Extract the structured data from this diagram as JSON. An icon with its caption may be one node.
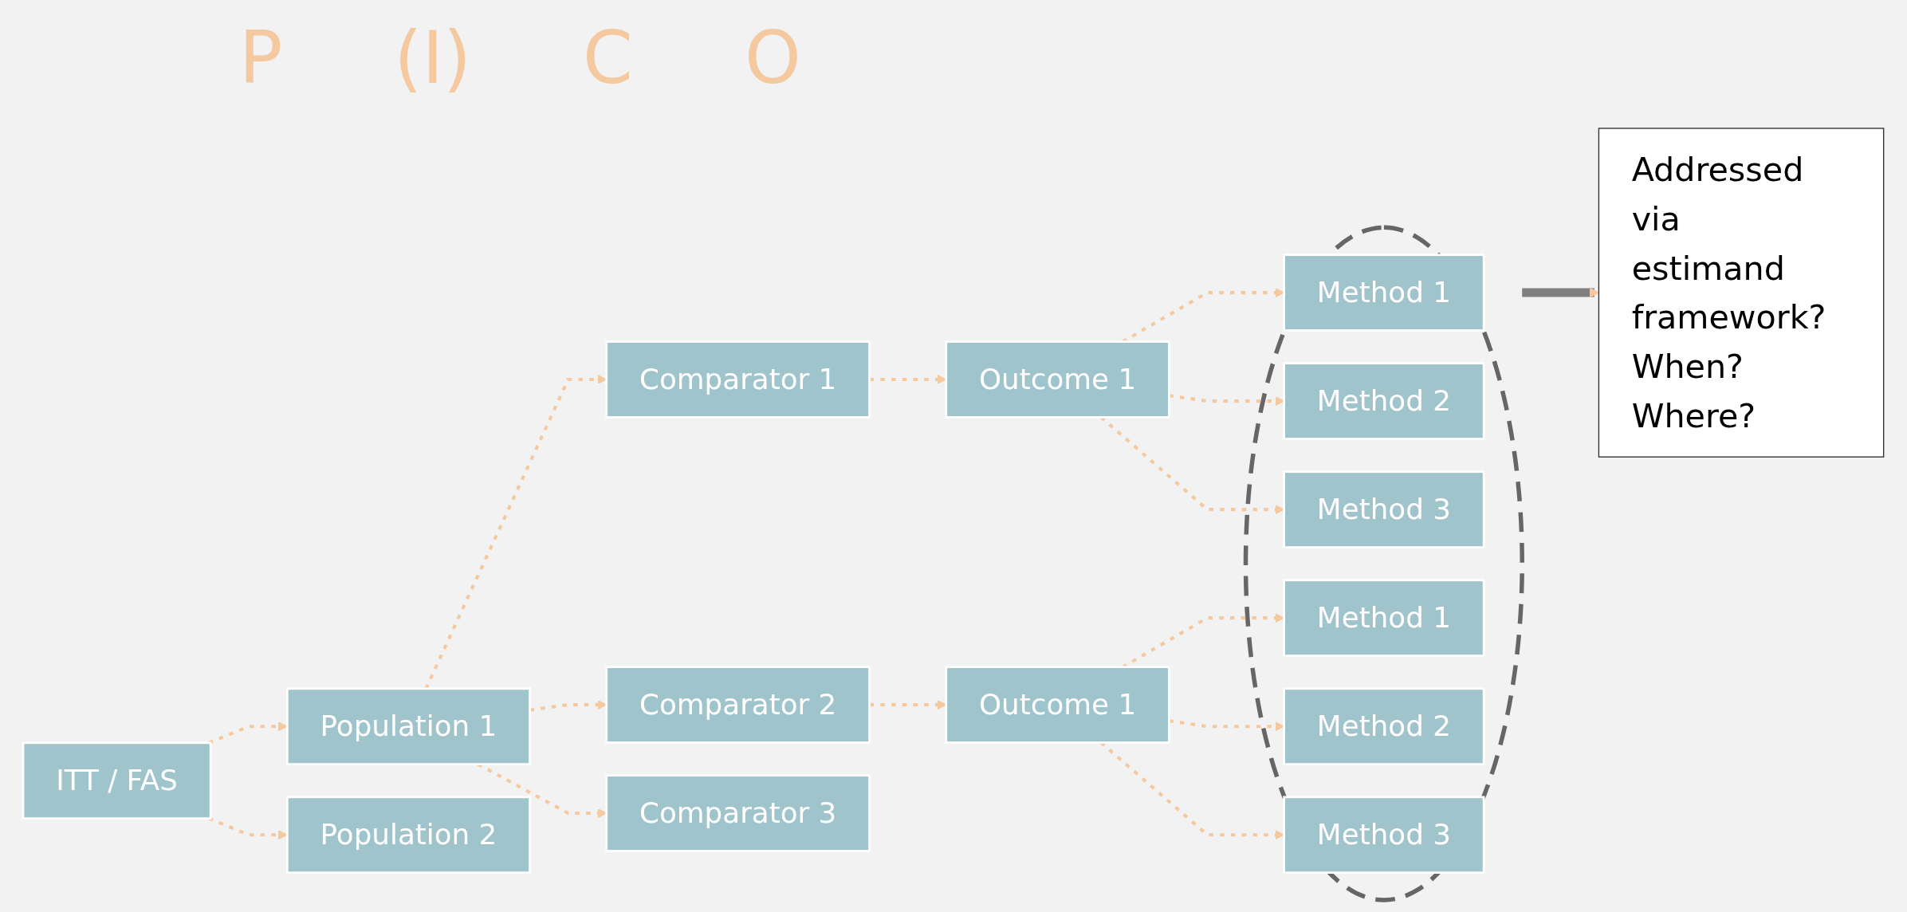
{
  "diagram": {
    "nodes": [
      {
        "text": [
          "ITT / FAS"
        ]
      },
      {
        "text": [
          "Population 1"
        ]
      },
      {
        "text": [
          "Population 2"
        ]
      },
      {
        "text": [
          "Comparator 1"
        ]
      },
      {
        "text": [
          "Comparator 2"
        ]
      },
      {
        "text": [
          "Comparator 3"
        ]
      },
      {
        "text": [
          "Outcome 1"
        ]
      },
      {
        "text": [
          "Outcome 1"
        ]
      },
      {
        "text": [],
        "shape": "ellipse"
      },
      {
        "text": [
          "Method 1"
        ],
        "in": 8
      },
      {
        "text": [
          "Method 2"
        ],
        "in": 8
      },
      {
        "text": [
          "Method 3"
        ],
        "in": 8
      },
      {
        "text": [
          "Method 1"
        ],
        "in": 8
      },
      {
        "text": [
          "Method 2"
        ],
        "in": 8
      },
      {
        "text": [
          "Method 3"
        ],
        "in": 8
      },
      {
        "text": [
          "Addressed via estimand framework?",
          "When? Where?"
        ]
      }
    ],
    "edges": [
      {
        "from": 0,
        "to": 1,
        "arrow": "to",
        "style": "dashed"
      },
      {
        "from": 0,
        "to": 2,
        "arrow": "to",
        "style": "dashed"
      },
      {
        "from": 1,
        "to": 3,
        "arrow": "to",
        "style": "dashed"
      },
      {
        "from": 1,
        "to": 4,
        "arrow": "to",
        "style": "dashed"
      },
      {
        "from": 1,
        "to": 5,
        "arrow": "to",
        "style": "dashed"
      },
      {
        "from": 3,
        "to": 6,
        "arrow": "to",
        "style": "dashed"
      },
      {
        "from": 4,
        "to": 7,
        "arrow": "to",
        "style": "dashed"
      },
      {
        "from": 6,
        "to": 9,
        "arrow": "to",
        "style": "dashed"
      },
      {
        "from": 6,
        "to": 10,
        "arrow": "to",
        "style": "dashed"
      },
      {
        "from": 6,
        "to": 11,
        "arrow": "to",
        "style": "dashed"
      },
      {
        "from": 7,
        "to": 12,
        "arrow": "to",
        "style": "dashed"
      },
      {
        "from": 7,
        "to": 13,
        "arrow": "to",
        "style": "dashed"
      },
      {
        "from": 7,
        "to": 14,
        "arrow": "to",
        "style": "dashed"
      },
      {
        "from": 8,
        "to": 15,
        "arrow": "to",
        "style": "thick",
        "color": "#7f7f7f"
      }
    ],
    "labels": [
      "P",
      "(I)",
      "C",
      "O"
    ]
  }
}
